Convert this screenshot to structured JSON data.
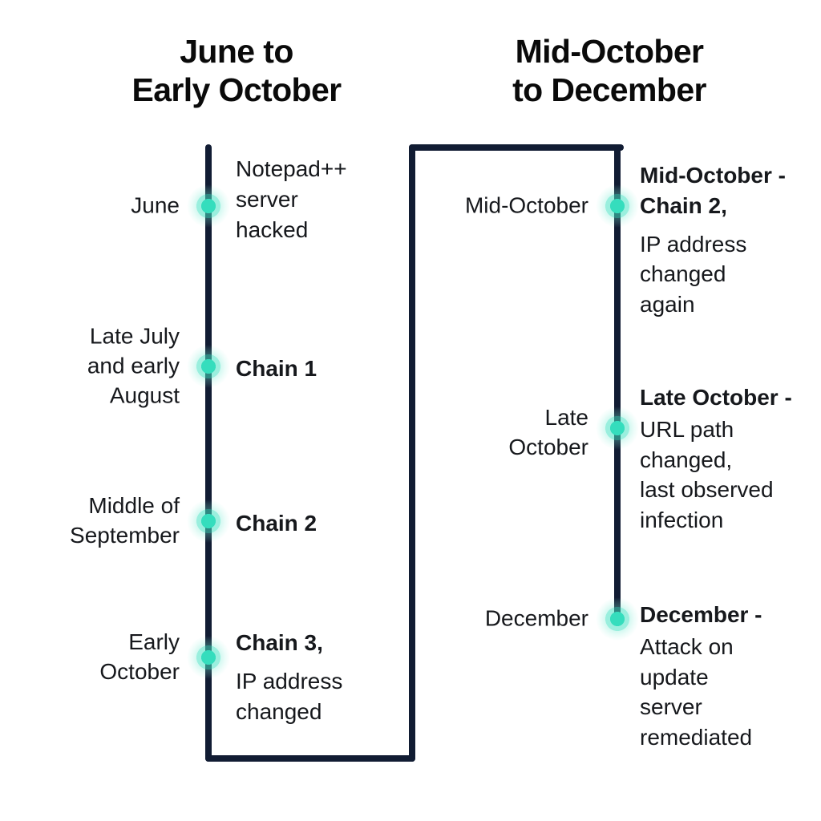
{
  "diagram": {
    "type": "timeline",
    "background_color": "#ffffff",
    "rail_color": "#111c33",
    "node_color": "#35ddbd",
    "text_color": "#16181c"
  },
  "columns": [
    {
      "id": "left",
      "title": "June to\nEarly October",
      "events": [
        {
          "date": "June",
          "headline": "",
          "body": "Notepad++\nserver\nhacked"
        },
        {
          "date": "Late July\nand early\nAugust",
          "headline": "Chain 1",
          "body": ""
        },
        {
          "date": "Middle of\nSeptember",
          "headline": "Chain 2",
          "body": ""
        },
        {
          "date": "Early\nOctober",
          "headline": "Chain 3,",
          "body": "IP address\nchanged"
        }
      ]
    },
    {
      "id": "right",
      "title": "Mid-October\nto December",
      "events": [
        {
          "date": "Mid-October",
          "headline": "Mid-October -\nChain 2,",
          "body": "IP address\nchanged\nagain"
        },
        {
          "date": "Late\nOctober",
          "headline": "Late October -",
          "body": "URL path\nchanged,\nlast observed\ninfection"
        },
        {
          "date": "December",
          "headline": "December -",
          "body": "Attack on\nupdate\nserver\nremediated"
        }
      ]
    }
  ]
}
